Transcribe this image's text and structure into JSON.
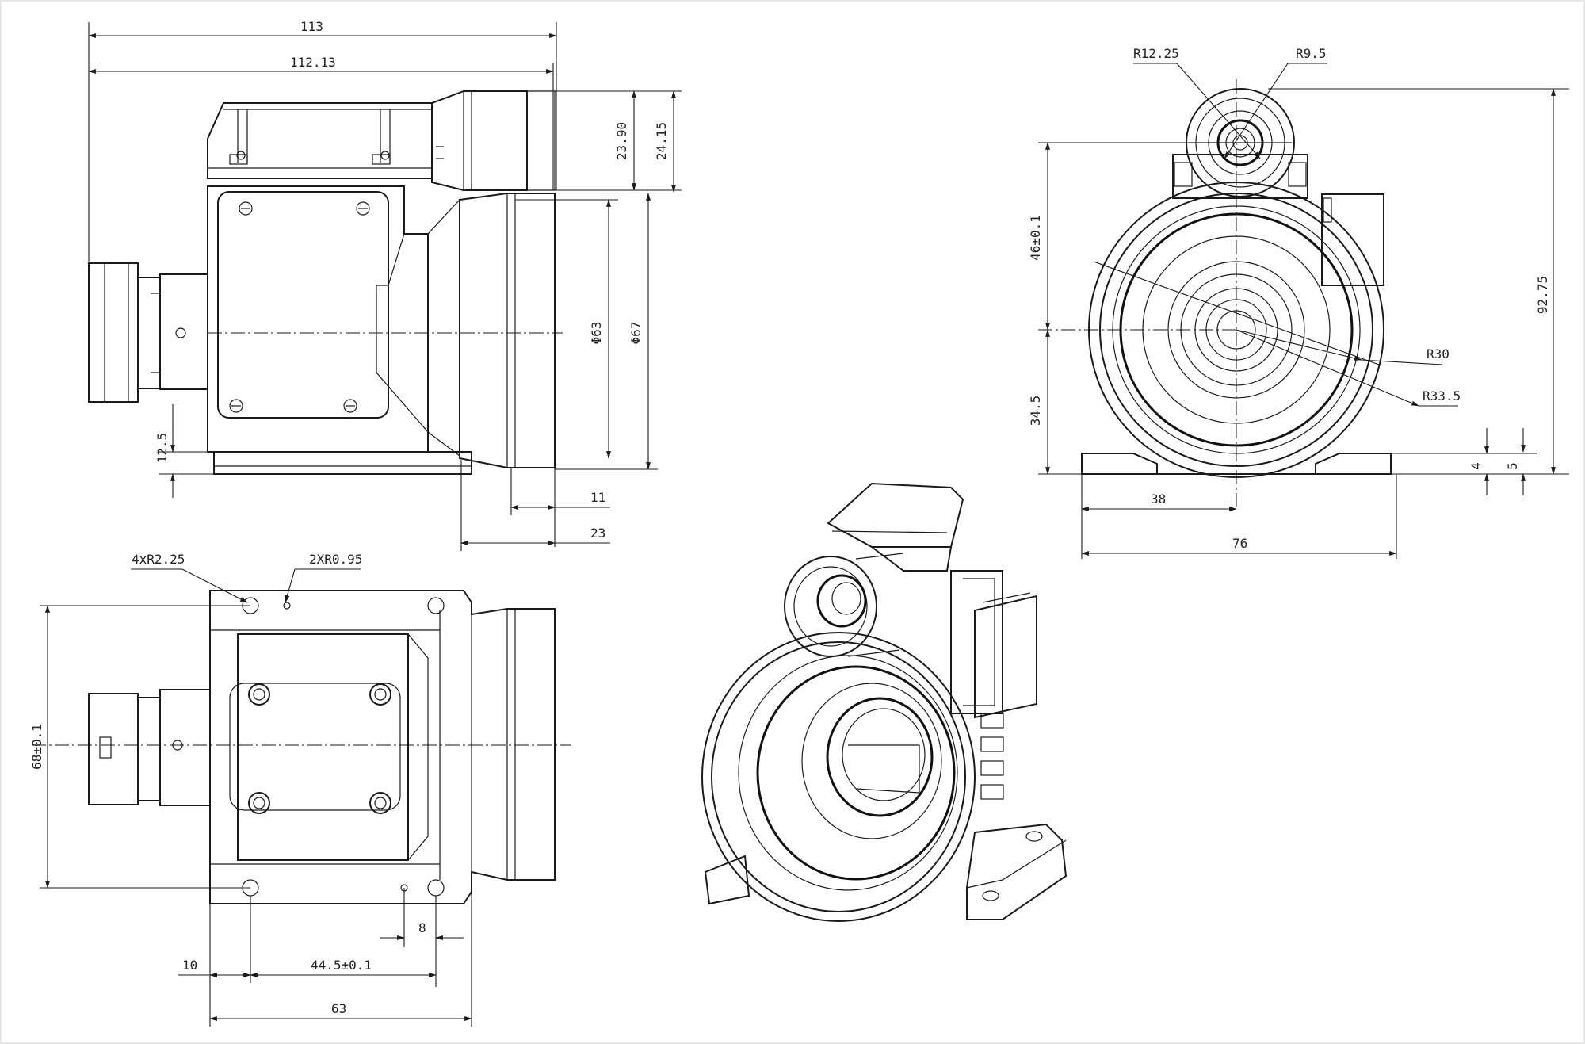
{
  "dimensions": {
    "side_view": {
      "overall_length": "113",
      "body_length": "112.13",
      "top_height_a": "23.90",
      "top_height_b": "24.15",
      "lens_dia_inner": "63",
      "lens_dia_outer": "67",
      "base_height": "12.5",
      "lens_offset": "11",
      "lens_depth": "23",
      "dia_symbol": "Φ"
    },
    "front_view": {
      "small_lens_outer_radius": "R12.25",
      "small_lens_inner_radius": "R9.5",
      "main_lens_radius_inner": "R30",
      "main_lens_radius_outer": "R33.5",
      "axis_height_upper": "46±0.1",
      "axis_height_lower": "34.5",
      "total_height": "92.75",
      "foot_height_a": "4",
      "foot_height_b": "5",
      "half_width": "38",
      "total_width": "76"
    },
    "top_view": {
      "corner_holes": "4xR2.25",
      "pin_holes": "2XR0.95",
      "body_width": "68±0.1",
      "hole_offset": "8",
      "edge_offset": "10",
      "hole_spacing": "44.5±0.1",
      "base_length": "63"
    }
  },
  "colors": {
    "line": "#1a1a1a",
    "background": "#ffffff"
  }
}
